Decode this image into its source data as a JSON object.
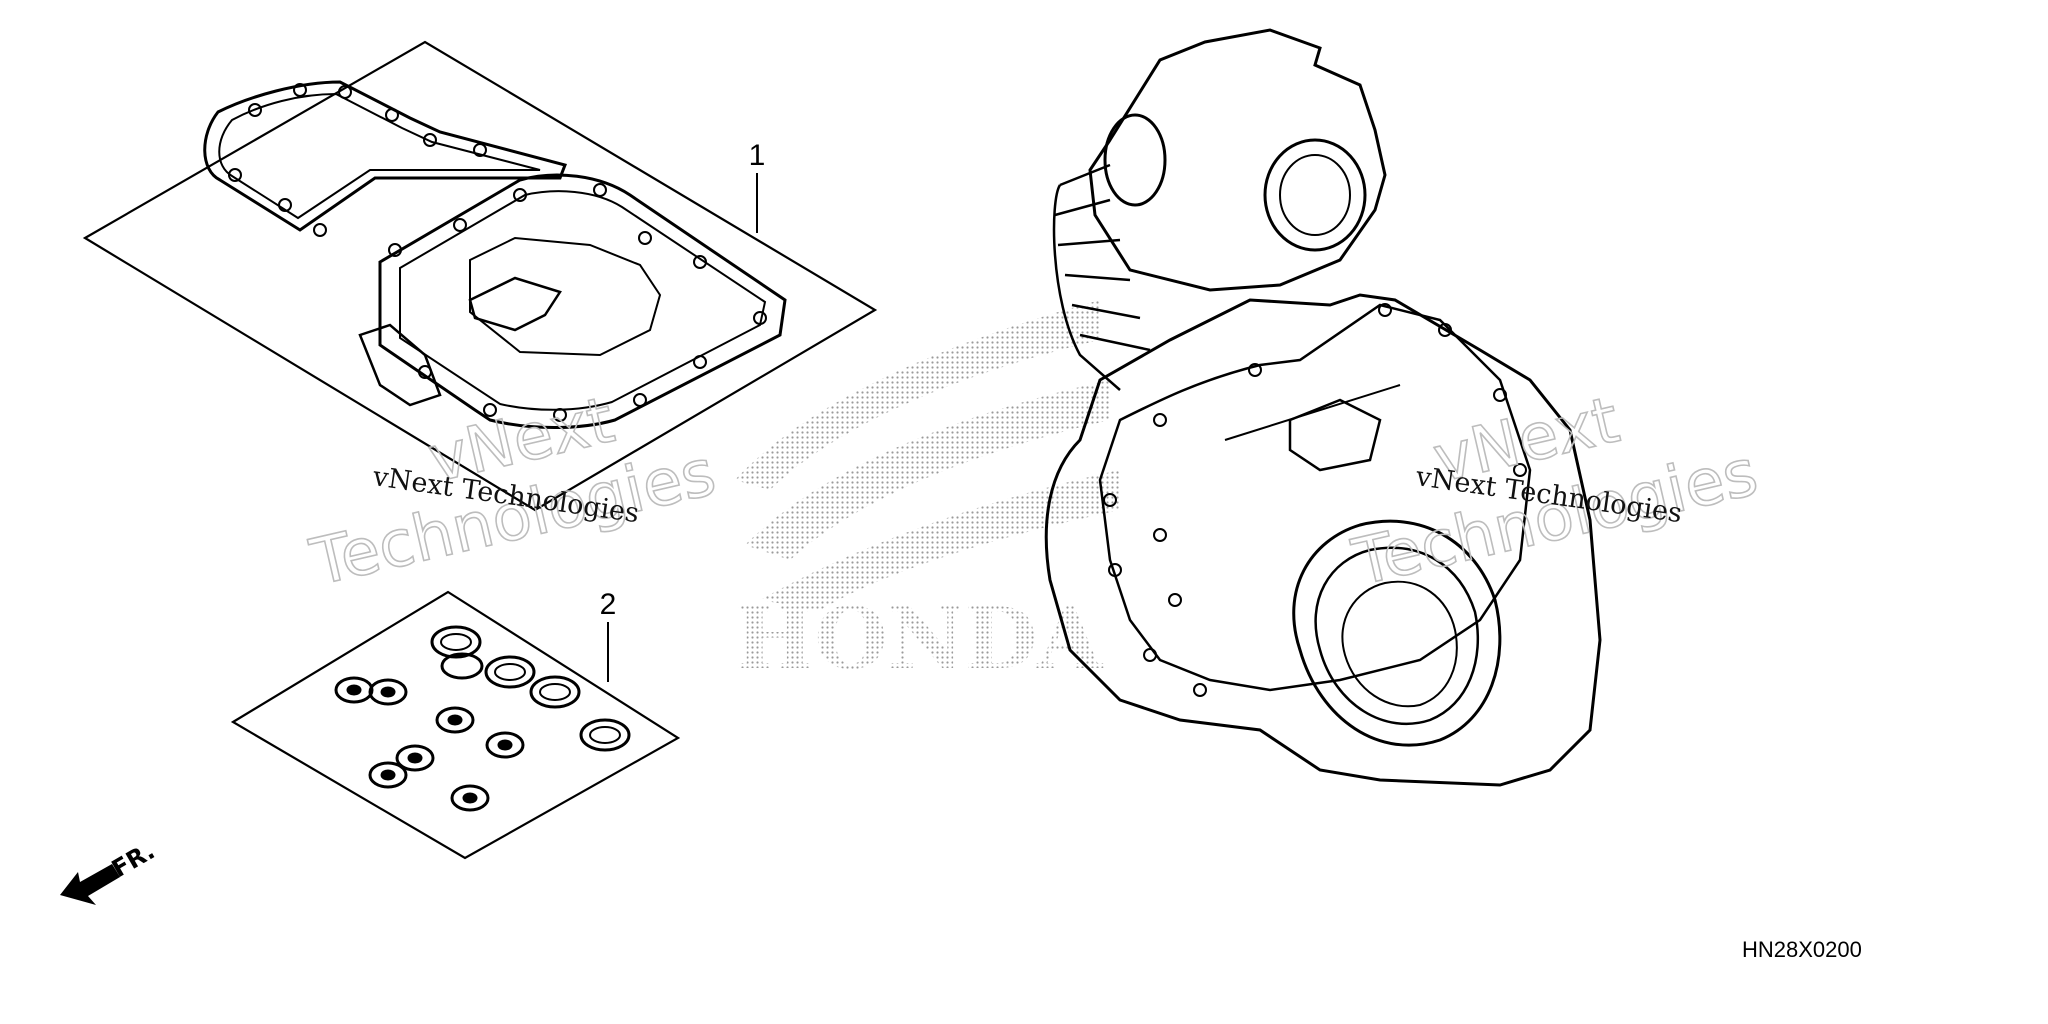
{
  "diagram": {
    "part_callouts": [
      {
        "id": "callout-1",
        "label": "1"
      },
      {
        "id": "callout-2",
        "label": "2"
      }
    ],
    "direction_label": "FR.",
    "drawing_code": "HN28X0200",
    "brand_logo_text": "HONDA",
    "watermarks": {
      "small_text": "vNext Technologies",
      "large_line_1": "vNext",
      "large_line_2": "Technologies"
    }
  }
}
